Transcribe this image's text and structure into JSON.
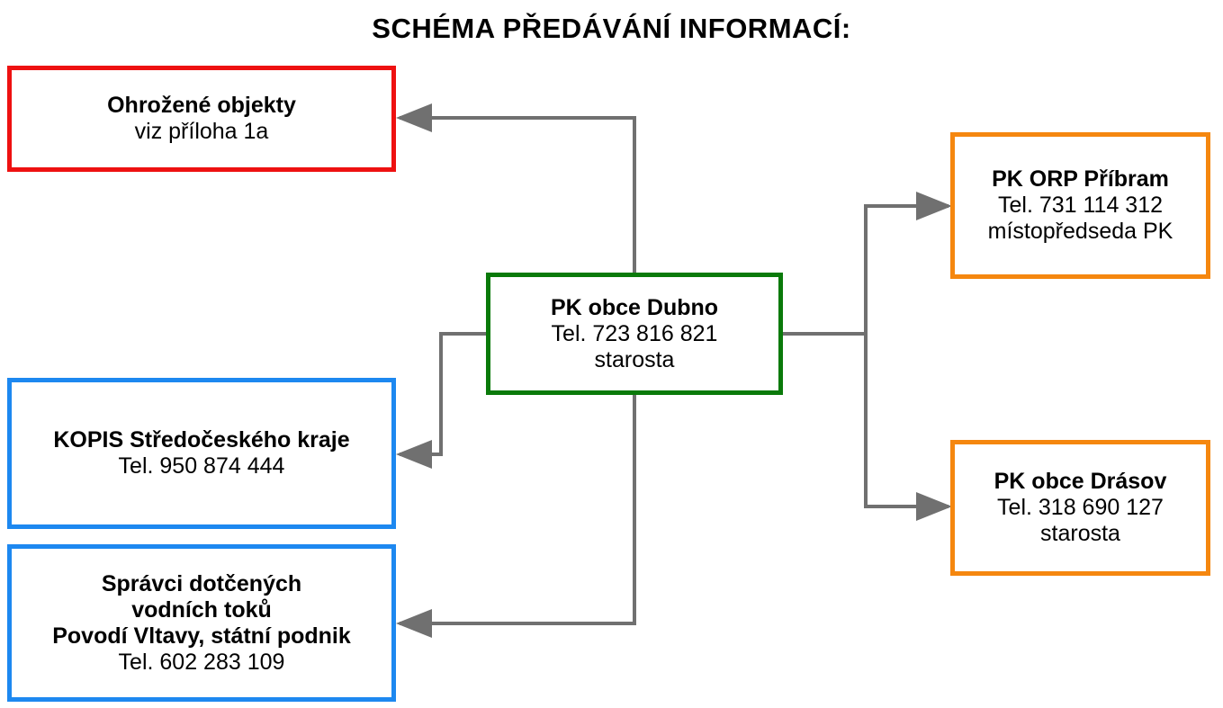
{
  "title": "SCHÉMA PŘEDÁVÁNÍ INFORMACÍ:",
  "colors": {
    "red": "#ee1111",
    "green": "#0a7a0a",
    "blue": "#1d88f0",
    "orange": "#f5870f",
    "connector": "#707070"
  },
  "nodes": {
    "ohrozene": {
      "name": "Ohrožené objekty",
      "line1": "viz příloha 1a"
    },
    "center": {
      "name": "PK obce Dubno",
      "phone": "Tel. 723 816 821",
      "role": "starosta"
    },
    "kopis": {
      "name": "KOPIS Středočeského kraje",
      "phone": "Tel. 950 874 444"
    },
    "spravci": {
      "name1": "Správci dotčených",
      "name2": "vodních toků",
      "name3": "Povodí Vltavy, státní podnik",
      "phone": "Tel. 602 283 109"
    },
    "orp": {
      "name": "PK ORP Příbram",
      "phone": "Tel. 731 114 312",
      "role": "místopředseda PK"
    },
    "drasov": {
      "name": "PK obce Drásov",
      "phone": "Tel. 318 690 127",
      "role": "starosta"
    }
  },
  "edges": [
    {
      "from": "PK obce Dubno",
      "to": "Ohrožené objekty"
    },
    {
      "from": "PK obce Dubno",
      "to": "KOPIS Středočeského kraje"
    },
    {
      "from": "PK obce Dubno",
      "to": "Správci dotčených vodních toků"
    },
    {
      "from": "PK obce Dubno",
      "to": "PK ORP Příbram"
    },
    {
      "from": "PK obce Dubno",
      "to": "PK obce Drásov"
    }
  ]
}
